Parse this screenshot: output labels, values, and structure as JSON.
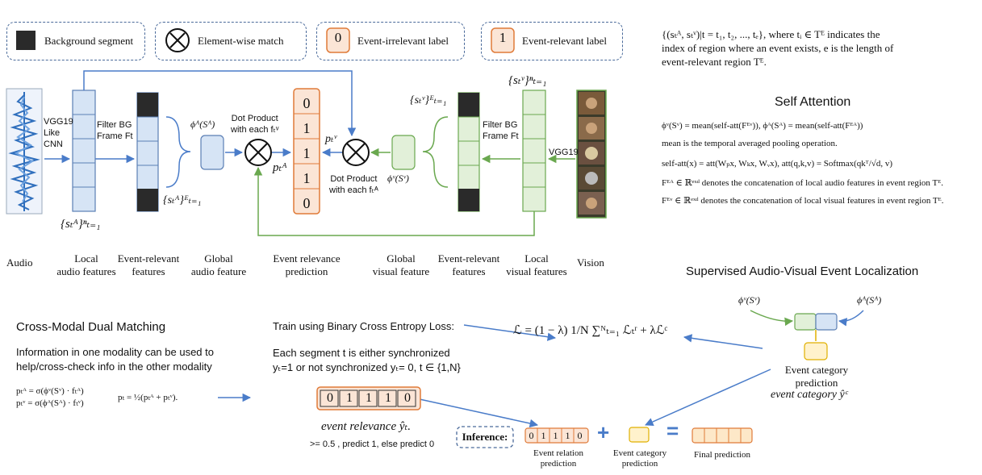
{
  "legend": {
    "background_segment": "Background segment",
    "element_wise_match": "Element-wise match",
    "irrelevant_digit": "0",
    "irrelevant_label": "Event-irrelevant label",
    "relevant_digit": "1",
    "relevant_label": "Event-relevant label"
  },
  "colors": {
    "audio_blue": "#d6e4f5",
    "audio_stroke": "#5b7fb5",
    "visual_green": "#e2f0d9",
    "visual_stroke": "#6aa84f",
    "orange_fill": "#fbe5d6",
    "orange_stroke": "#e07b39",
    "dark_segment": "#2a2a2a",
    "arrow_blue": "#4a7cc9",
    "yellow": "#fff2cc"
  },
  "diagram": {
    "vgg_audio": [
      "VGG19",
      "Like",
      "CNN"
    ],
    "filter_bg_audio": [
      "Filter BG",
      "Frame Ft"
    ],
    "filter_bg_visual": [
      "Filter BG",
      "Frame Ft"
    ],
    "vgg_visual": "VGG19",
    "dot_product_audio": [
      "Dot Product",
      "with each fₜᵛ"
    ],
    "dot_product_visual": [
      "Dot Product",
      "with each fₜᴬ"
    ],
    "relevance_values": [
      "0",
      "1",
      "1",
      "1",
      "0"
    ],
    "math_sA_N": "{sₜᴬ}ⁿₜ₌₁",
    "math_sA_E": "{sₜᴬ}ᴱₜ₌₁",
    "math_sV_N": "{sₜᵛ}ⁿₜ₌₁",
    "math_sV_E": "{sₜᵛ}ᴱₜ₌₁",
    "math_phiA": "ϕᴬ(Sᴬ)",
    "math_phiV": "ϕᵛ(Sᵛ)",
    "math_pA": "pₜᴬ",
    "math_pV": "pₜᵛ"
  },
  "column_labels": {
    "audio": "Audio",
    "local_audio": [
      "Local",
      "audio features"
    ],
    "event_relevant_a": [
      "Event-relevant",
      "features"
    ],
    "global_audio": [
      "Global",
      "audio feature"
    ],
    "event_relevance_pred": [
      "Event relevance",
      "prediction"
    ],
    "global_visual": [
      "Global",
      "visual feature"
    ],
    "event_relevant_v": [
      "Event-relevant",
      "features"
    ],
    "local_visual": [
      "Local",
      "visual features"
    ],
    "vision": "Vision"
  },
  "right_panel": {
    "region_text_1": "{(sₜᴬ, sₜᵛ)|t = t₁, t₂, ..., tₑ}, where tᵢ ∈ Tᴱ indicates the",
    "region_text_2": "index of region where an event exists, e is the length of",
    "region_text_3": "event-relevant region Tᴱ.",
    "self_attention_title": "Self Attention",
    "eq1": "ϕᵛ(Sᵛ) = mean(self-att(Fᴱᵛ)),     ϕᴬ(Sᴬ) = mean(self-att(Fᴱᴬ))",
    "mean_note": "mean is the temporal averaged pooling operation.",
    "eq2": "self-att(x) = att(Wₚx, Wₖx, Wᵥx),     att(q,k,v) = Softmax(qkᵀ/√d, v)",
    "fa_note": "Fᴱᴬ ∈ ℝᵉˣᵈ denotes the concatenation of local audio features in event region Tᴱ.",
    "fv_note": "Fᴱᵛ ∈ ℝᵉˣᵈ denotes the concatenation of local visual features in event region Tᴱ."
  },
  "supervised": {
    "title": "Supervised Audio-Visual Event Localization",
    "phiV": "ϕᵛ(Sᵛ)",
    "phiA": "ϕᴬ(Sᴬ)",
    "category_pred": [
      "Event category",
      "prediction"
    ],
    "category_math": "event category ŷᶜ"
  },
  "cross_modal": {
    "title": "Cross-Modal Dual Matching",
    "desc_1": "Information in one modality can be used to",
    "desc_2": "help/cross-check info in the other modality",
    "eq_pA": "pₜᴬ = σ(ϕᵛ(Sᵛ) · fₜᴬ)",
    "eq_pV": "pₜᵛ = σ(ϕᴬ(Sᴬ) · fₜᵛ)",
    "eq_pt": "pₜ = ½(pₜᴬ + pₜᵛ)."
  },
  "training": {
    "train_text": "Train using Binary Cross Entropy Loss:",
    "loss_eq": "ℒ = (1 − λ) 1/N ∑ᴺₜ₌₁ ℒₜʳ + λℒᶜ",
    "each_1": "Each segment t is either synchronized",
    "each_2": "yₜ=1 or not synchronized yₜ= 0, t ∈ {1,N}",
    "seq_values": [
      "0",
      "1",
      "1",
      "1",
      "0"
    ],
    "relevance_math": "event relevance ŷₜ.",
    "threshold": ">= 0.5 , predict 1, else predict 0"
  },
  "inference": {
    "label": "Inference:",
    "values": [
      "0",
      "1",
      "1",
      "1",
      "0"
    ],
    "plus": "+",
    "equals": "=",
    "relation_pred": [
      "Event relation",
      "prediction"
    ],
    "category_pred": [
      "Event category",
      "prediction"
    ],
    "final_pred": "Final prediction"
  }
}
